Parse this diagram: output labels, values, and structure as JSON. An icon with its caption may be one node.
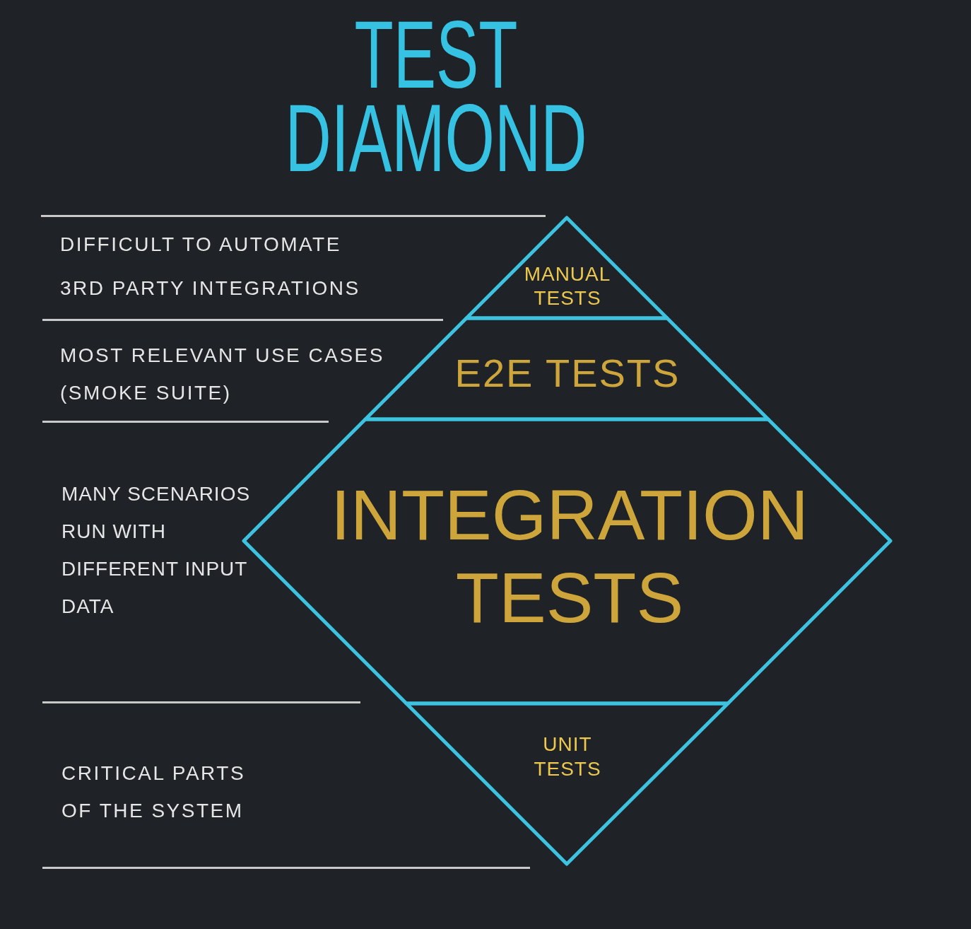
{
  "diagram": {
    "title": "TEST DIAMOND",
    "nodes": [
      {
        "text": [
          "MANUAL TESTS"
        ],
        "beside": [
          "DIFFICULT TO AUTOMATE",
          "3RD PARTY INTEGRATIONS"
        ]
      },
      {
        "text": [
          "E2E TESTS"
        ],
        "beside": [
          "MOST RELEVANT USE CASES (SMOKE SUITE)"
        ]
      },
      {
        "text": [
          "INTEGRATION TESTS"
        ],
        "beside": [
          "MANY SCENARIOS RUN WITH DIFFERENT INPUT DATA"
        ]
      },
      {
        "text": [
          "UNIT TESTS"
        ]
      }
    ],
    "labels": [
      "CRITICAL PARTS OF THE SYSTEM"
    ]
  }
}
